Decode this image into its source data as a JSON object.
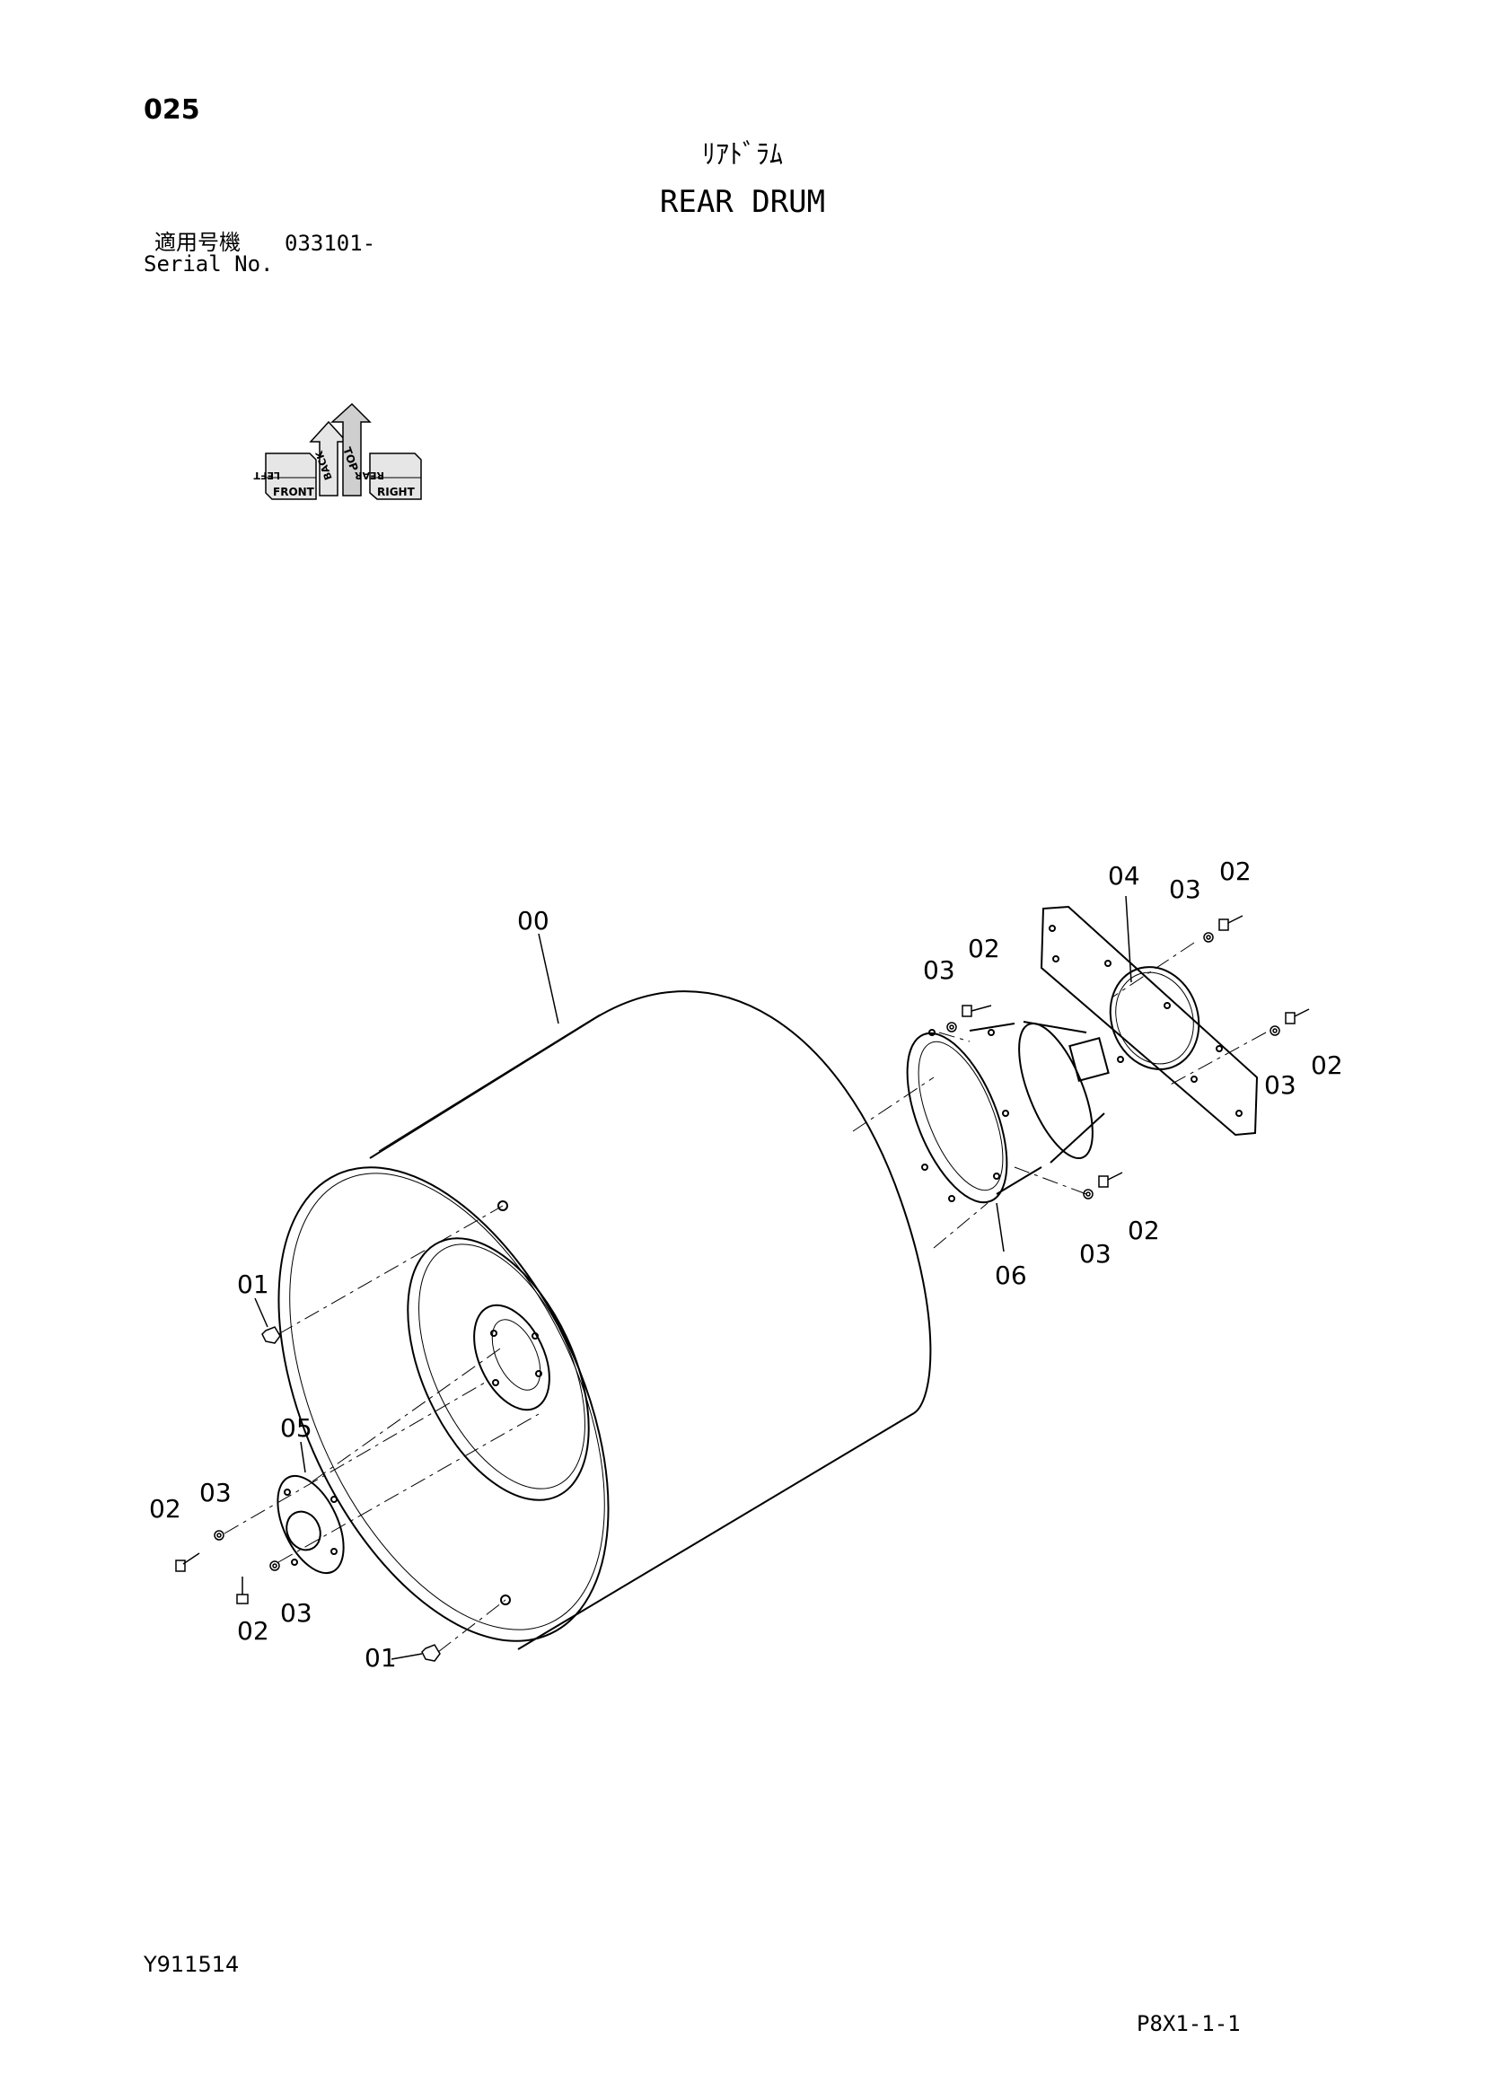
{
  "header": {
    "page_number": "025",
    "title_jp": "ﾘｱﾄﾞﾗﾑ",
    "title_en": "REAR DRUM",
    "serial_label_jp": "適用号機",
    "serial_value": "033101-",
    "serial_label_en": "Serial No."
  },
  "orientation_icon": {
    "labels": [
      "FRONT",
      "TOP",
      "RIGHT",
      "LEFT",
      "BACK",
      "REAR"
    ]
  },
  "callouts": [
    "00",
    "01",
    "01",
    "02",
    "02",
    "02",
    "02",
    "02",
    "02",
    "03",
    "03",
    "03",
    "03",
    "03",
    "03",
    "04",
    "05",
    "06"
  ],
  "footer": {
    "drawing_code": "Y911514",
    "page_code": "P8X1-1-1"
  }
}
